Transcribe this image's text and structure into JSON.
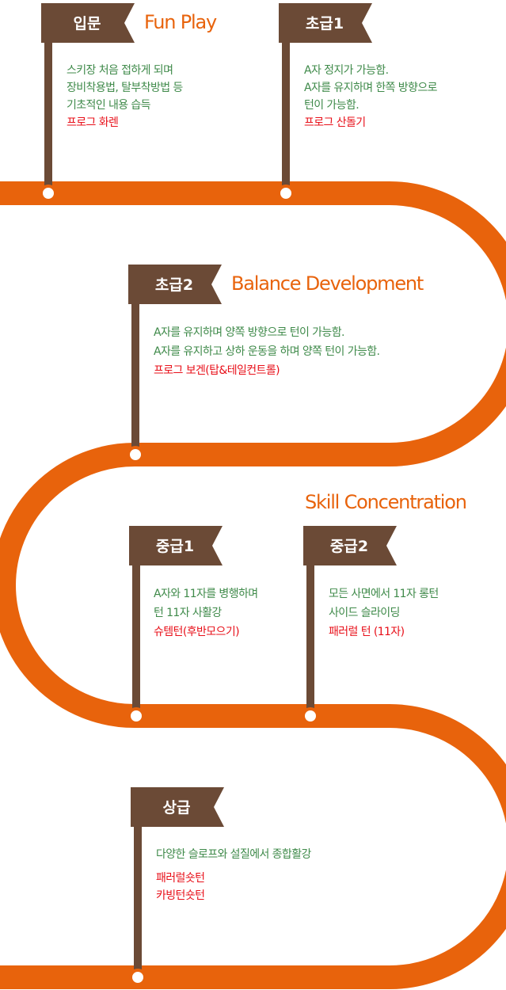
{
  "colors": {
    "track": "#e8630c",
    "pole": "#6b4a36",
    "flag": "#6b4a36",
    "title": "#e8630c",
    "desc_text": "#3f8a4a",
    "technique_text": "#e8101a"
  },
  "sections": {
    "fun_play": "Fun Play",
    "balance": "Balance Development",
    "skill": "Skill Concentration"
  },
  "stages": [
    {
      "flag": "입문",
      "lines": [
        "스키장 처음 접하게 되며",
        "장비착용법, 탈부착방법 등",
        "기초적인 내용 습득"
      ],
      "techniques": [
        "프로그 화렌"
      ]
    },
    {
      "flag": "초급1",
      "lines": [
        "A자 정지가 가능함.",
        "A자를 유지하며 한쪽 방향으로",
        "턴이 가능함."
      ],
      "techniques": [
        "프로그 산돌기"
      ]
    },
    {
      "flag": "초급2",
      "lines": [
        "A자를 유지하며 양쪽 방향으로 턴이 가능함.",
        "A자를 유지하고 상하 운동을 하며 양쪽 턴이 가능함."
      ],
      "techniques": [
        "프로그 보겐(탑&테일컨트롤)"
      ]
    },
    {
      "flag": "중급1",
      "lines": [
        "A자와 11자를 병행하며",
        "턴 11자 사활강"
      ],
      "techniques": [
        "슈템턴(후반모으기)"
      ]
    },
    {
      "flag": "중급2",
      "lines": [
        "모든 사면에서 11자 롱턴",
        "사이드 슬라이딩"
      ],
      "techniques": [
        "패러럴 턴 (11자)"
      ]
    },
    {
      "flag": "상급",
      "lines": [
        "다양한 슬로프와 설질에서 종합활강"
      ],
      "techniques": [
        "패러럴숏턴",
        "카빙턴숏턴"
      ]
    }
  ]
}
